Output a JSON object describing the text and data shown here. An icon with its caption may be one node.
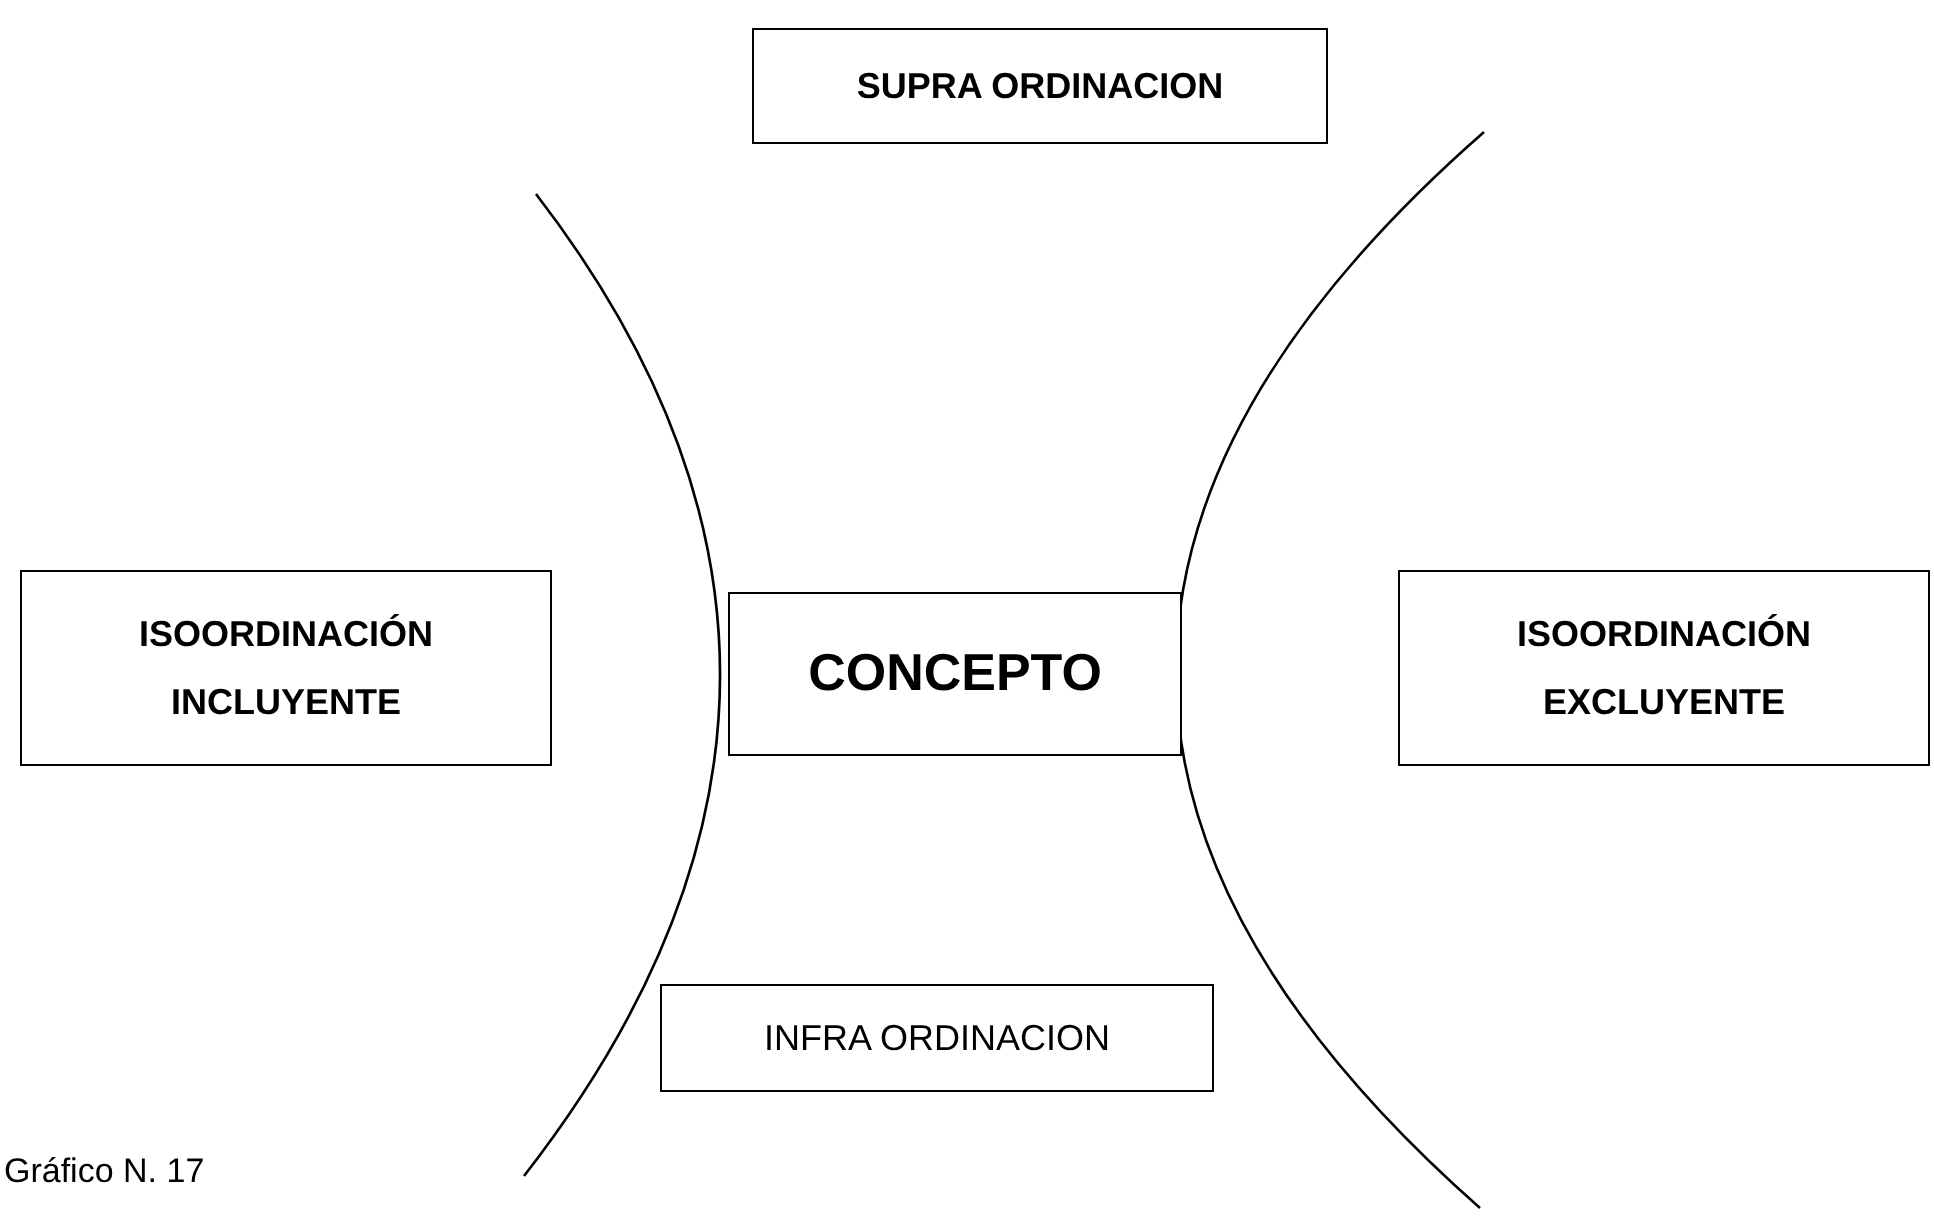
{
  "diagram": {
    "caption": "Gráfico N. 17",
    "nodes": [
      {
        "text": [
          "SUPRA ORDINACION"
        ]
      },
      {
        "text": [
          "ISOORDINACIÓN INCLUYENTE"
        ]
      },
      {
        "text": [
          "CONCEPTO"
        ]
      },
      {
        "text": [
          "ISOORDINACIÓN EXCLUYENTE"
        ]
      },
      {
        "text": [
          "INFRA ORDINACION"
        ]
      }
    ],
    "edges": []
  }
}
